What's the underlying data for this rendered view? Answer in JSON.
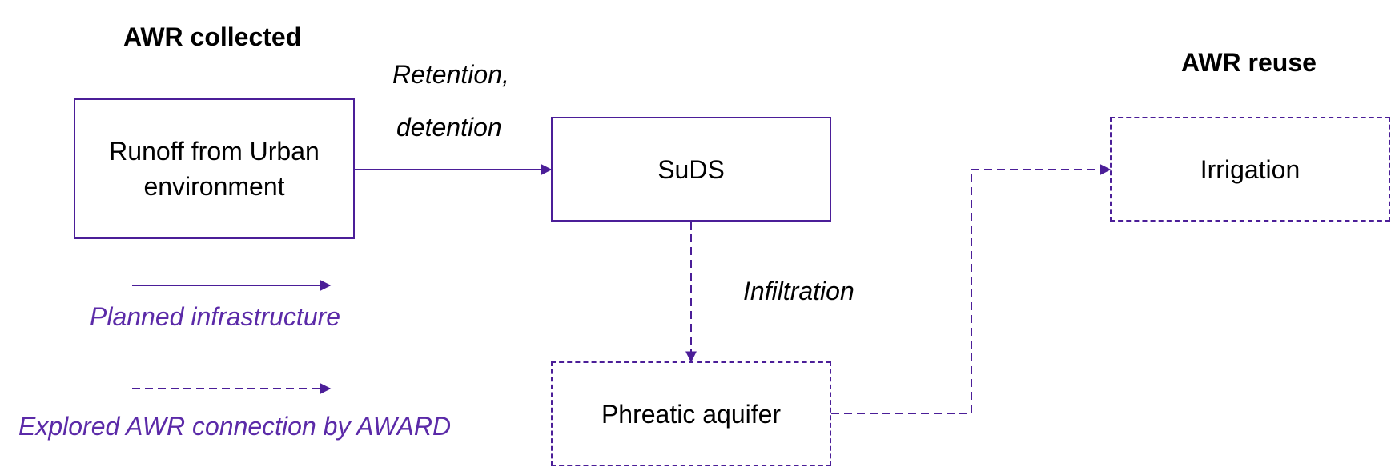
{
  "headings": {
    "collected": "AWR collected",
    "reuse": "AWR reuse"
  },
  "nodes": {
    "runoff": {
      "line1": "Runoff from Urban",
      "line2": "environment"
    },
    "suds": "SuDS",
    "aquifer": "Phreatic aquifer",
    "irrigation": "Irrigation"
  },
  "flow_labels": {
    "retention_line1": "Retention,",
    "retention_line2": "detention",
    "infiltration": "Infiltration"
  },
  "legend": {
    "planned": "Planned infrastructure",
    "explored": "Explored AWR connection by AWARD"
  },
  "colors": {
    "stroke": "#4B1E98",
    "legend_text": "#5B2AA8"
  }
}
